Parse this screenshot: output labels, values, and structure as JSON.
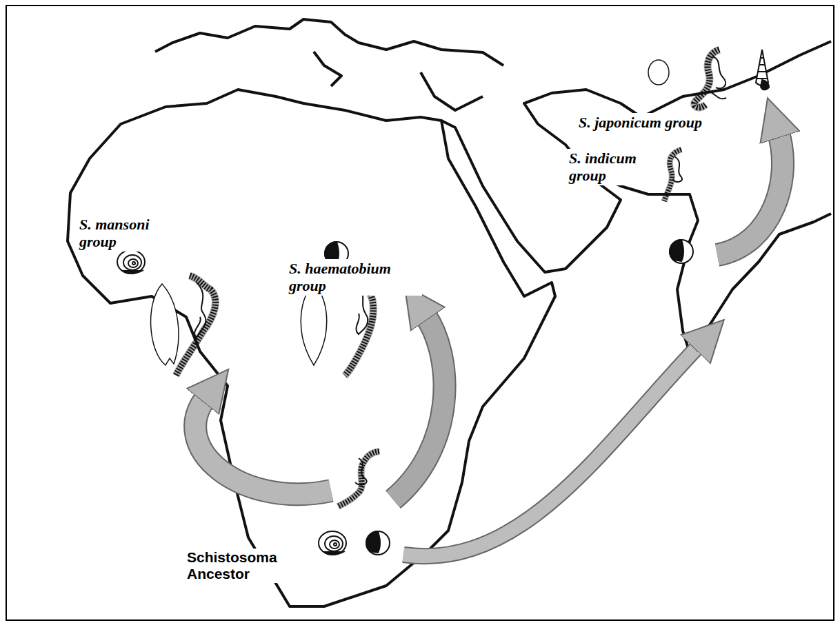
{
  "diagram": {
    "labels": [
      "S. mansoni group",
      "S. haematobium group",
      "S. indicum group",
      "S. japonicum group",
      "Schistosoma Ancestor"
    ]
  }
}
